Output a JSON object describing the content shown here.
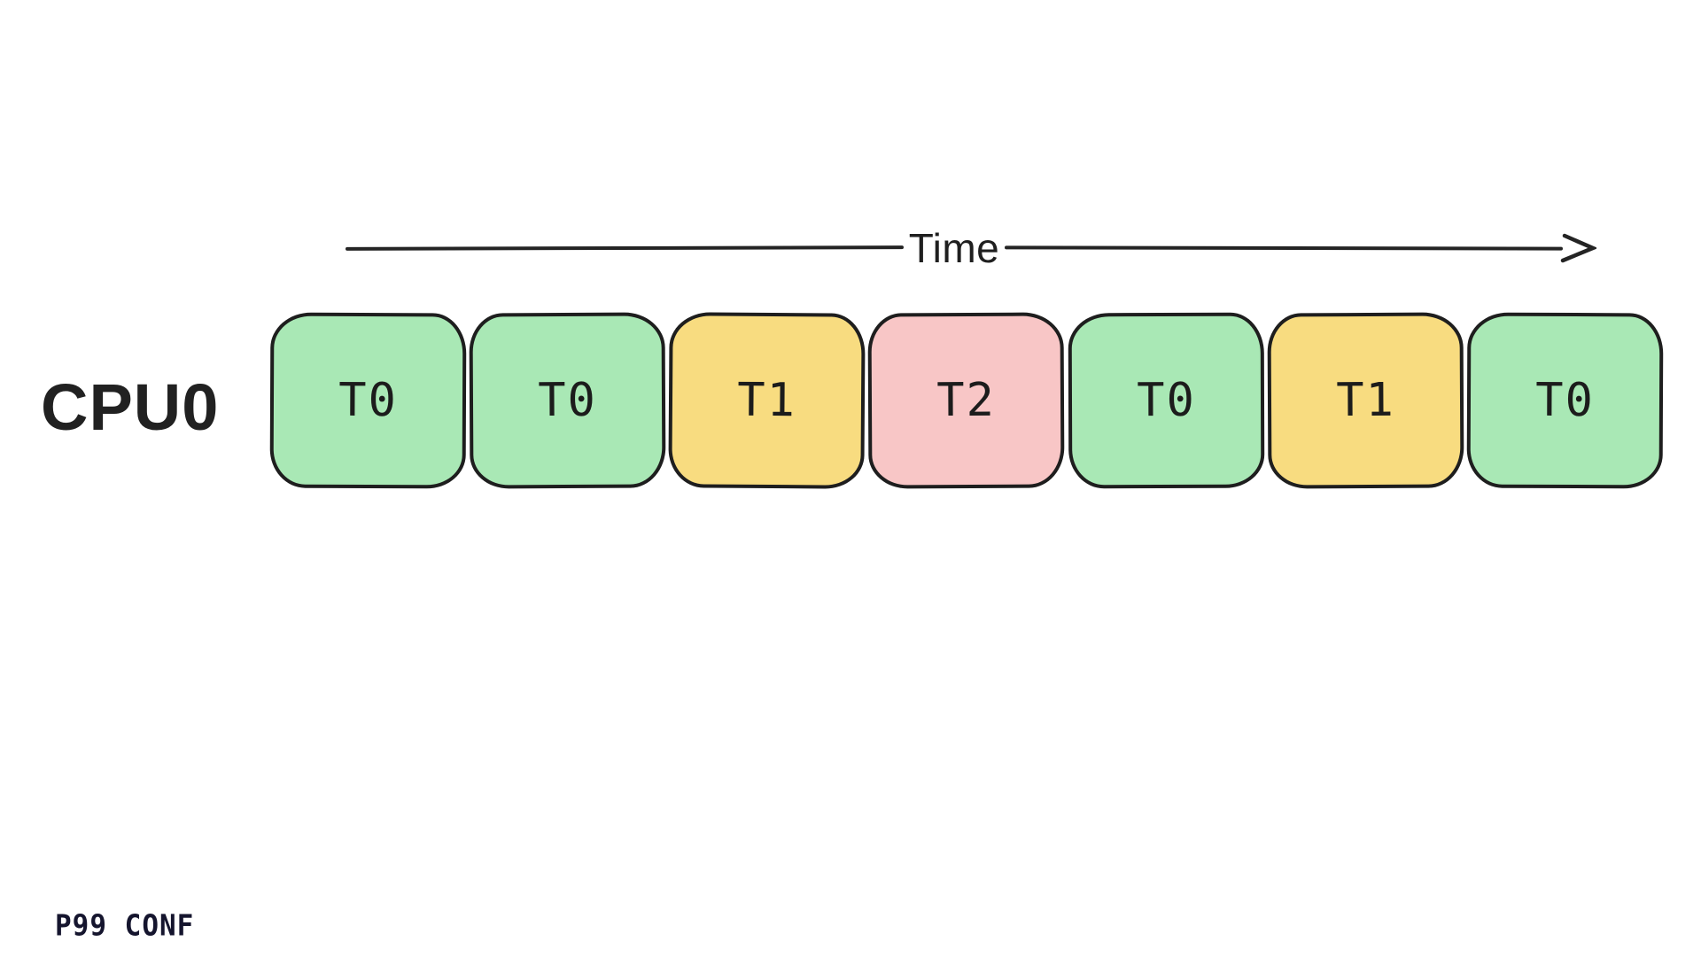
{
  "diagram": {
    "time_axis": {
      "label": "Time",
      "direction": "right"
    },
    "cpu_row": {
      "label": "CPU0",
      "slots": [
        {
          "label": "T0",
          "color": "green"
        },
        {
          "label": "T0",
          "color": "green"
        },
        {
          "label": "T1",
          "color": "yellow"
        },
        {
          "label": "T2",
          "color": "red"
        },
        {
          "label": "T0",
          "color": "green"
        },
        {
          "label": "T1",
          "color": "yellow"
        },
        {
          "label": "T0",
          "color": "green"
        }
      ]
    },
    "colors": {
      "green": "#a9e8b5",
      "yellow": "#f8dc80",
      "red": "#f8c6c6",
      "stroke": "#1e1e1e"
    }
  },
  "footer": {
    "logo": "P99 CONF"
  }
}
